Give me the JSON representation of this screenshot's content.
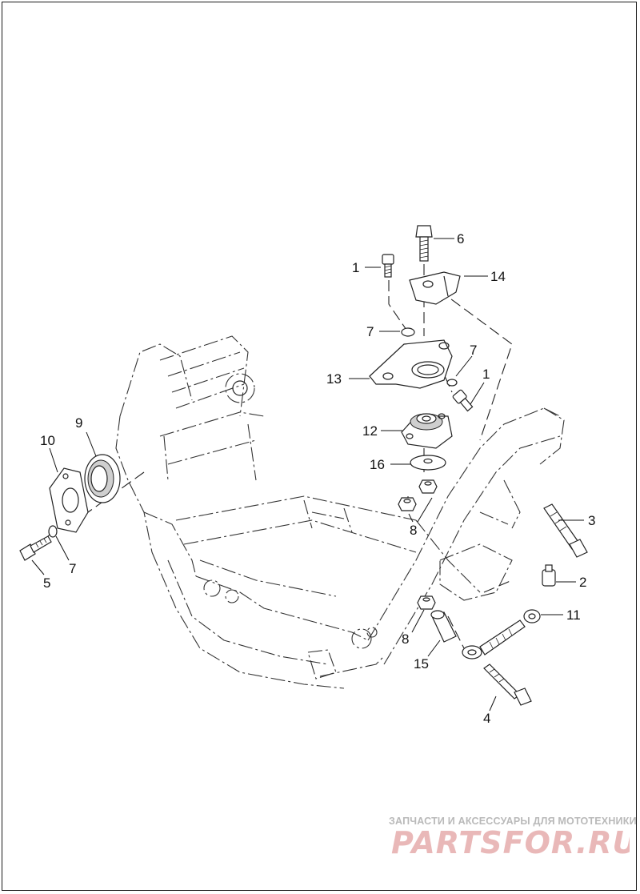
{
  "callouts": {
    "c1a": "1",
    "c1b": "1",
    "c2": "2",
    "c3": "3",
    "c4": "4",
    "c5": "5",
    "c6": "6",
    "c7a": "7",
    "c7b": "7",
    "c7c": "7",
    "c8a": "8",
    "c8b": "8",
    "c9": "9",
    "c10": "10",
    "c11": "11",
    "c12": "12",
    "c13": "13",
    "c14": "14",
    "c15": "15",
    "c16": "16"
  },
  "watermark": {
    "caption": "ЗАПЧАСТИ И АКСЕССУАРЫ ДЛЯ МОТОТЕХНИКИ",
    "logo_text": "PARTSFOR.RU",
    "logo_color": "#e9b8b8"
  }
}
